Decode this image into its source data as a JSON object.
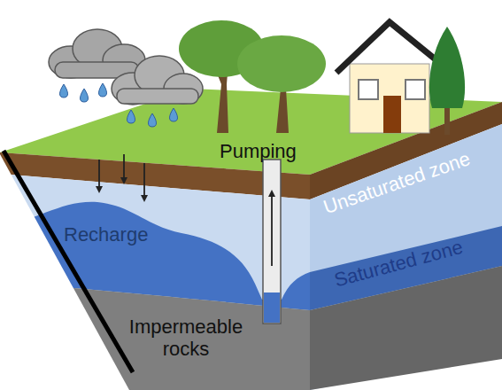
{
  "diagram": {
    "labels": [
      "Pumping",
      "Unsaturated zone",
      "Recharge",
      "Saturated zone",
      "Impermeable rocks"
    ]
  }
}
